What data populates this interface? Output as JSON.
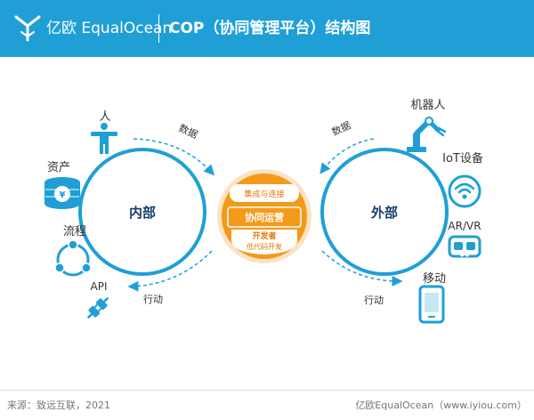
{
  "brand": {
    "name": "亿欧 EqualOcean"
  },
  "title": "COP（协同管理平台）结构图",
  "diagram": {
    "internal": {
      "label": "内部"
    },
    "external": {
      "label": "外部"
    },
    "center": {
      "layer_top": "集成与连接",
      "layer_middle": "协同运营",
      "layer_bottom_1": "开发者",
      "layer_bottom_2": "低代码开发"
    },
    "flows": {
      "top_left": "数据",
      "top_right": "数据",
      "bottom_left": "行动",
      "bottom_right": "行动"
    },
    "left_items": {
      "person": "人",
      "assets": "资产",
      "process": "流程",
      "api": "API"
    },
    "right_items": {
      "robot": "机器人",
      "iot": "IoT设备",
      "arvr": "AR/VR",
      "mobile": "移动"
    }
  },
  "footer": {
    "source": "来源：致远互联，2021",
    "brand": "亿欧EqualOcean（www.iyiou.com）"
  },
  "colors": {
    "header": "#1f9fd6",
    "circle": "#1f9fd6",
    "center": "#f39a1b",
    "text": "#333333"
  }
}
